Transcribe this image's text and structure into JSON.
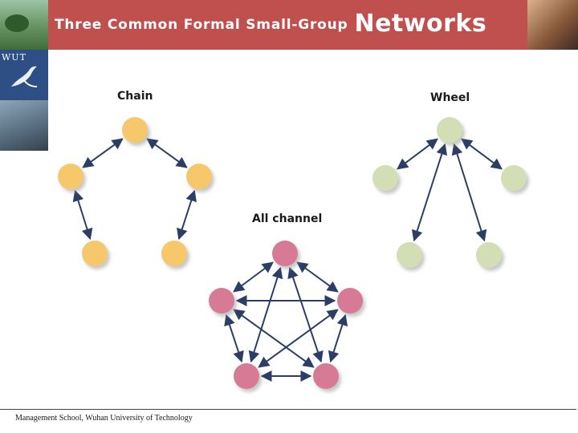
{
  "header": {
    "title_main": "Three Common Formal Small-Group",
    "title_big": "Networks"
  },
  "logo": {
    "text": "WUT"
  },
  "diagrams": {
    "chain": {
      "label": "Chain",
      "node_color": "#f7c76b"
    },
    "wheel": {
      "label": "Wheel",
      "node_color": "#d3deb5"
    },
    "all_channel": {
      "label": "All channel",
      "node_color": "#d67a95"
    },
    "arrow_color": "#2c3e66"
  },
  "footer": {
    "text": "Management School, Wuhan University of Technology"
  }
}
